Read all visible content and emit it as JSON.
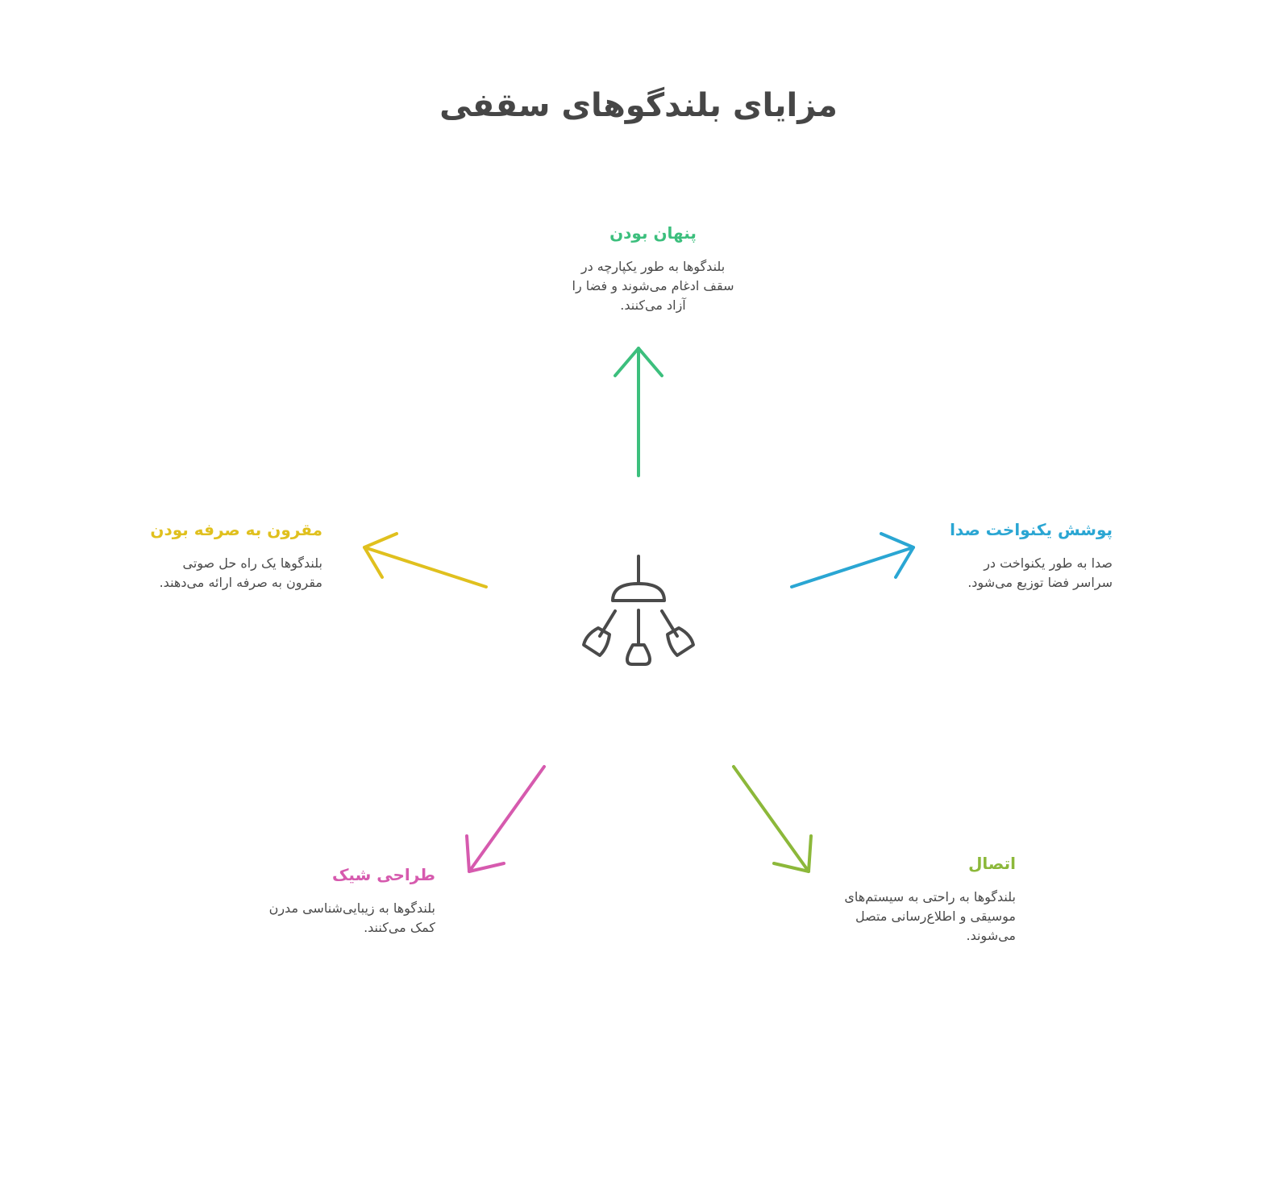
{
  "title": "مزایای بلندگوهای سقفی",
  "colors": {
    "hidden": "#3cbf7d",
    "coverage": "#2aa6d3",
    "cost": "#e0c01e",
    "design": "#d65aae",
    "connect": "#8cb83a",
    "icon": "#4a4a4a"
  },
  "center_icon": "ceiling-speaker-icon",
  "benefits": {
    "hidden": {
      "title": "پنهان بودن",
      "description": "بلندگوها به طور یکپارچه در سقف ادغام می‌شوند و فضا را آزاد می‌کنند."
    },
    "coverage": {
      "title": "پوشش یکنواخت صدا",
      "description": "صدا به طور یکنواخت در سراسر فضا توزیع می‌شود."
    },
    "cost": {
      "title": "مقرون به صرفه بودن",
      "description": "بلندگوها یک راه حل صوتی مقرون به صرفه ارائه می‌دهند."
    },
    "design": {
      "title": "طراحی شیک",
      "description": "بلندگوها به زیبایی‌شناسی مدرن کمک می‌کنند."
    },
    "connect": {
      "title": "اتصال",
      "description": "بلندگوها به راحتی به سیستم‌های موسیقی و اطلاع‌رسانی متصل می‌شوند."
    }
  }
}
